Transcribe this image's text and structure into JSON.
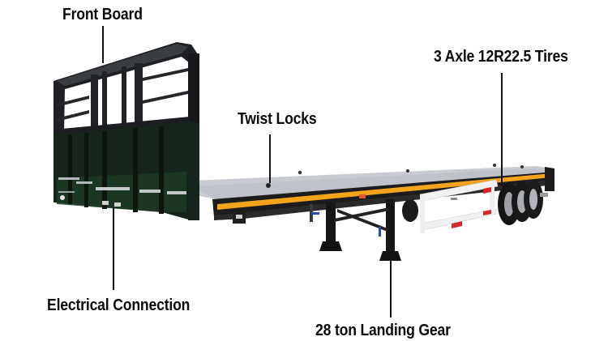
{
  "diagram": {
    "subject": "Flatbed semi-trailer",
    "colors": {
      "frame": "#1a1a1a",
      "deck": "#c9ccd1",
      "stripe": "#f3a41c",
      "panel_green": "#1d3a26",
      "reflector_red": "#d9262a",
      "side_guard": "#f2f2f2",
      "label_text": "#0a0a0a",
      "leader_line": "#111111"
    },
    "callouts": [
      {
        "id": "front-board",
        "label": "Front Board"
      },
      {
        "id": "axle-tires",
        "label": "3 Axle 12R22.5 Tires"
      },
      {
        "id": "twist-locks",
        "label": "Twist Locks"
      },
      {
        "id": "electrical-connection",
        "label": "Electrical Connection"
      },
      {
        "id": "landing-gear",
        "label": "28 ton Landing Gear"
      }
    ]
  }
}
